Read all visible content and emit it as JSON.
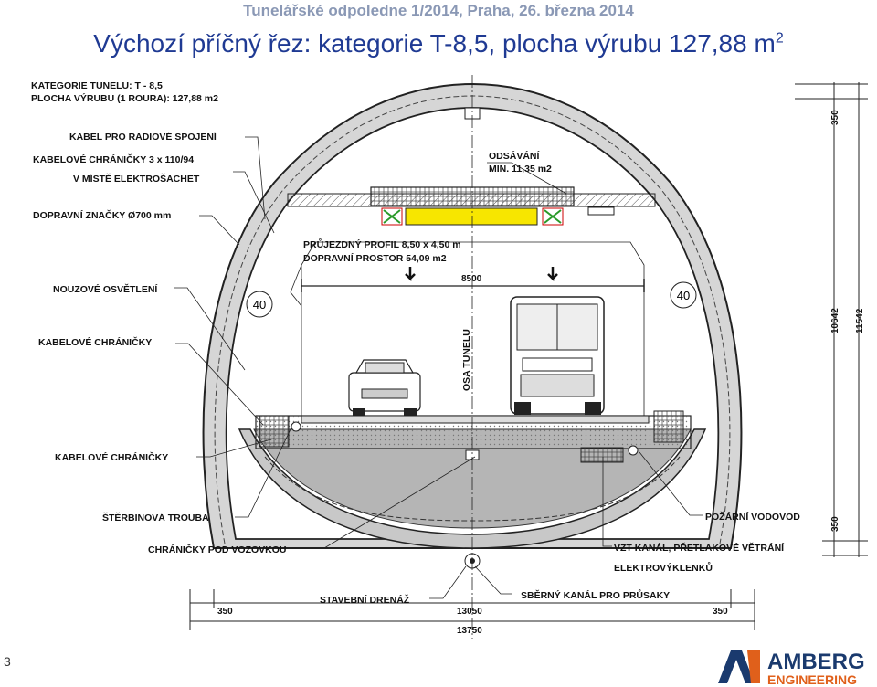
{
  "header": "Tunelářské odpoledne 1/2014, Praha,  26. března 2014",
  "title": "Výchozí příčný řez: kategorie T-8,5, plocha výrubu 127,88 m",
  "title_sup": "2",
  "slide_number": "3",
  "labels": {
    "category": "KATEGORIE TUNELU:  T - 8,5",
    "area": "PLOCHA VÝRUBU (1 ROURA):  127,88 m2",
    "radio_cable": "KABEL PRO RADIOVÉ SPOJENÍ",
    "cable_ducts_3": "KABELOVÉ CHRÁNIČKY 3 x 110/94",
    "at_electro": "V MÍSTĚ ELEKTROŠACHET",
    "traffic_signs": "DOPRAVNÍ ZNAČKY Ø700 mm",
    "emergency_light": "NOUZOVÉ OSVĚTLENÍ",
    "cable_ducts_a": "KABELOVÉ CHRÁNIČKY",
    "cable_ducts_b": "KABELOVÉ CHRÁNIČKY",
    "slot_pipe": "ŠTĚRBINOVÁ TROUBA",
    "ducts_under_road": "CHRÁNIČKY POD VOZOVKOU",
    "building_drain": "STAVEBNÍ DRENÁŽ",
    "collector": "SBĚRNÝ KANÁL PRO PRŮSAKY",
    "fire_water": "POŽÁRNÍ VODOVOD",
    "vzt_channel": "VZT KANÁL, PŘETLAKOVÉ VĚTRÁNÍ",
    "escape_routes": "ELEKTROVÝKLENKŮ",
    "extraction": "ODSÁVÁNÍ",
    "extraction_min": "MIN. 11,35 m2",
    "clearance_profile": "PRŮJEZDNÝ PROFIL 8,50 x 4,50 m",
    "traffic_space": "DOPRAVNÍ PROSTOR 54,09 m2",
    "tunnel_axis": "OSA TUNELU",
    "speed_left": "40",
    "speed_right": "40"
  },
  "dimensions": {
    "width_clear": "8500",
    "top_350": "350",
    "height_10642": "10642",
    "height_11542": "11542",
    "bottom_350": "350",
    "base_left_350": "350",
    "base_mid": "13050",
    "base_right_350": "350",
    "base_total": "13750"
  },
  "logo": {
    "line1": "AMBERG",
    "line2": "ENGINEERING",
    "color": "#1a3a6e",
    "accent": "#e0601b"
  }
}
